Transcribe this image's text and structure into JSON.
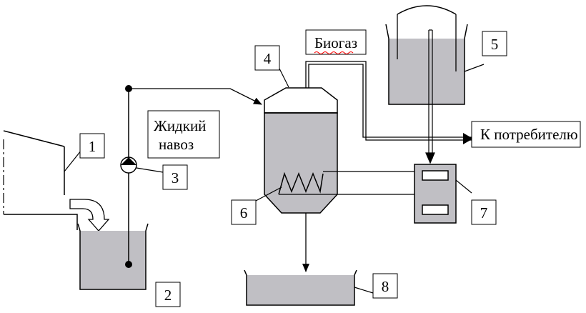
{
  "labels": {
    "biogas": "Биогаз",
    "liquid_manure_line1": "Жидкий",
    "liquid_manure_line2": "навоз",
    "to_consumer": "К потребителю"
  },
  "numbers": {
    "n1": "1",
    "n2": "2",
    "n3": "3",
    "n4": "4",
    "n5": "5",
    "n6": "6",
    "n7": "7",
    "n8": "8"
  },
  "colors": {
    "fill_gray": "#c0bfc4",
    "stroke": "#000000",
    "spellcheck_underline": "#ff0000"
  }
}
